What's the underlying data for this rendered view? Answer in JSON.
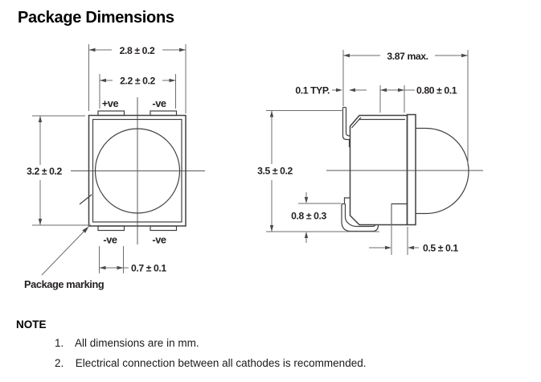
{
  "title": "Package Dimensions",
  "top_view": {
    "dim_outer_width": "2.8 ± 0.2",
    "dim_inner_width": "2.2 ± 0.2",
    "dim_height": "3.2 ± 0.2",
    "dim_pad_width": "0.7 ± 0.1",
    "pad_top_left": "+ve",
    "pad_top_right": "-ve",
    "pad_bottom_left": "-ve",
    "pad_bottom_right": "-ve",
    "marking_label": "Package marking"
  },
  "side_view": {
    "dim_total_width": "3.87 max.",
    "dim_lead_thickness": "0.1 TYP.",
    "dim_pad_length": "0.80 ± 0.1",
    "dim_height": "3.5 ± 0.2",
    "dim_standoff": "0.8 ± 0.3",
    "dim_lens_offset": "0.5 ± 0.1"
  },
  "note": {
    "heading": "NOTE",
    "items": [
      {
        "number": "1.",
        "text": "All dimensions are in mm."
      },
      {
        "number": "2.",
        "text": "Electrical connection between all cathodes is recommended."
      }
    ]
  },
  "colors": {
    "object_line": "#414042",
    "dim_line": "#6d6e71",
    "text": "#231f20"
  }
}
